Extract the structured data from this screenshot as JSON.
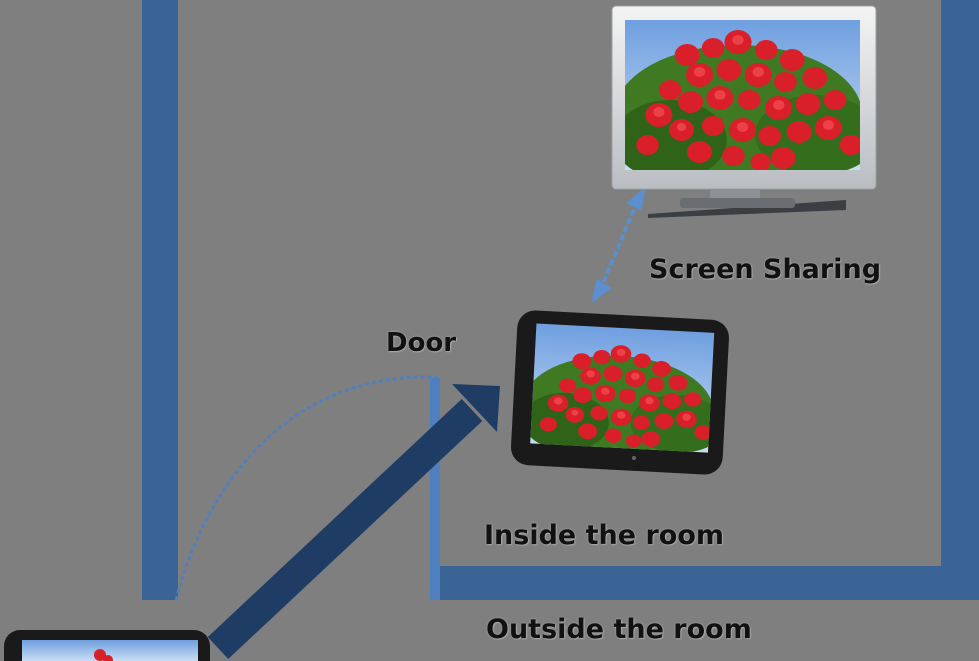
{
  "labels": {
    "door": "Door",
    "screen_sharing": "Screen Sharing",
    "inside": "Inside the room",
    "outside": "Outside the room"
  },
  "colors": {
    "background": "#7f7f7f",
    "wall": "#3a6396",
    "thick_arrow": "#1f3d64",
    "dashed_path": "#4f7fbf",
    "share_arrow": "#5b8fd0",
    "sky": "#8fb6e6",
    "flower_red": "#d81f2a",
    "leaf_green": "#3f7a22"
  },
  "icons": {
    "tv": "tv-monitor-icon",
    "tablet": "tablet-icon",
    "phone": "tablet-outside-icon"
  }
}
